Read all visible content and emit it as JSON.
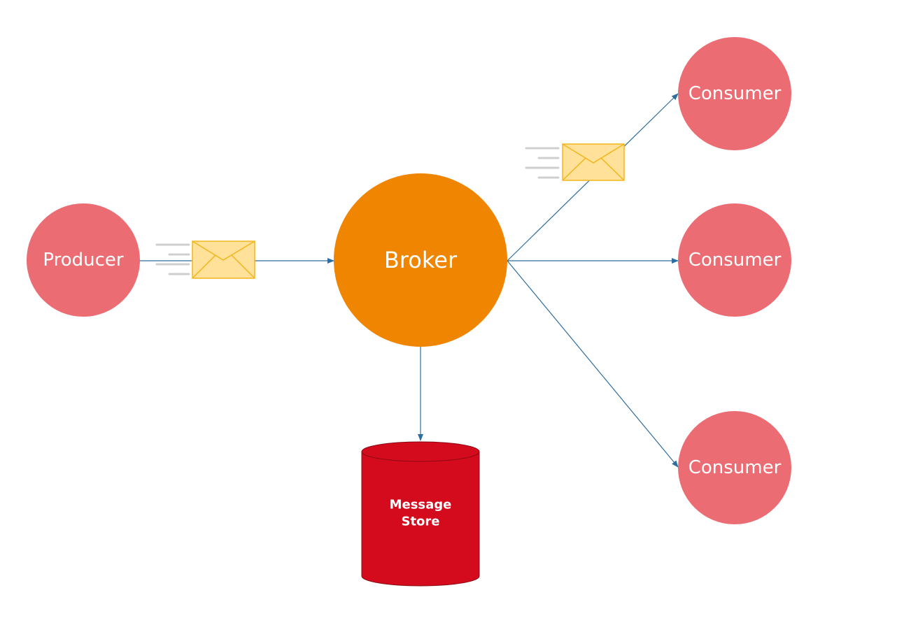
{
  "diagram": {
    "nodes": {
      "producer": {
        "label": "Producer"
      },
      "broker": {
        "label": "Broker"
      },
      "consumer_top": {
        "label": "Consumer"
      },
      "consumer_middle": {
        "label": "Consumer"
      },
      "consumer_bottom": {
        "label": "Consumer"
      },
      "store": {
        "line1": "Message",
        "line2": "Store"
      }
    },
    "edges": [
      {
        "from": "producer",
        "to": "broker"
      },
      {
        "from": "broker",
        "to": "consumer_top"
      },
      {
        "from": "broker",
        "to": "consumer_middle"
      },
      {
        "from": "broker",
        "to": "consumer_bottom"
      },
      {
        "from": "broker",
        "to": "store"
      }
    ],
    "icons": [
      "envelope-icon",
      "envelope-icon"
    ],
    "colors": {
      "node_pink": "#eb6c73",
      "broker_orange": "#ef8500",
      "store_red": "#d40a1d",
      "envelope_fill": "#ffe199",
      "envelope_stroke": "#f2b51c",
      "edge": "#2e6d9e"
    }
  }
}
